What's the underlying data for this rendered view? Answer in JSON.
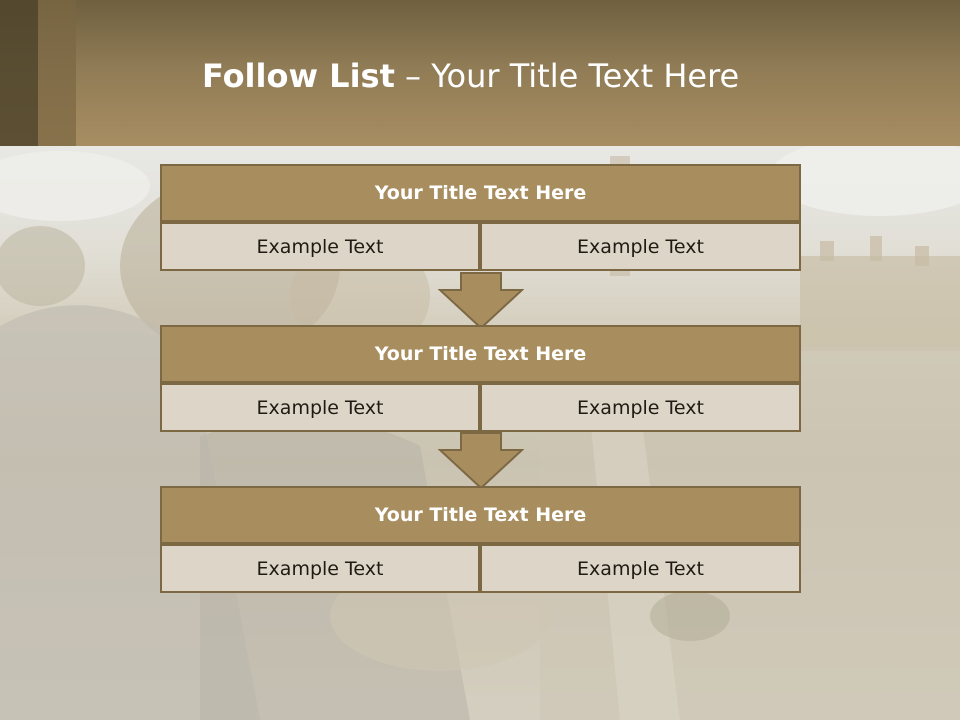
{
  "slide": {
    "title_bold": "Follow List",
    "title_rest": "– Your Title Text Here"
  },
  "blocks": [
    {
      "title": "Your Title Text Here",
      "left_text": "Example Text",
      "right_text": "Example Text"
    },
    {
      "title": "Your Title Text Here",
      "left_text": "Example Text",
      "right_text": "Example Text"
    },
    {
      "title": "Your Title Text Here",
      "left_text": "Example Text",
      "right_text": "Example Text"
    }
  ],
  "colors": {
    "header": "#9a8258",
    "block_title_fill": "#a88d5f",
    "cell_fill": "#ddd5c8",
    "border": "#7d6844",
    "arrow_fill": "#a88d5f"
  }
}
